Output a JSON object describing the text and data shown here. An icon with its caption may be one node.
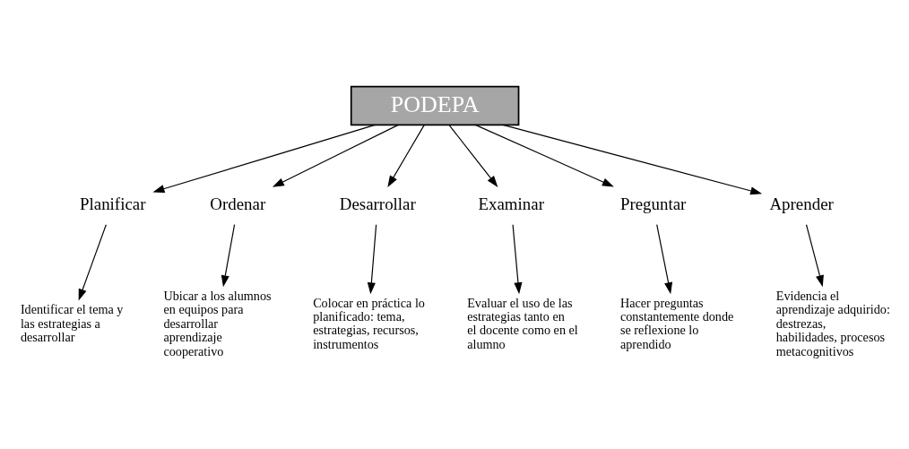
{
  "diagram": {
    "nodes": [
      {
        "text": [
          "PODEPA"
        ]
      },
      {
        "text": [
          "Planificar"
        ]
      },
      {
        "text": [
          "Ordenar"
        ]
      },
      {
        "text": [
          "Desarrollar"
        ]
      },
      {
        "text": [
          "Examinar"
        ]
      },
      {
        "text": [
          "Preguntar"
        ]
      },
      {
        "text": [
          "Aprender"
        ]
      },
      {
        "text": [
          "Identificar el tema y las estrategias a desarrollar"
        ]
      },
      {
        "text": [
          "Ubicar a los alumnos en equipos para desarrollar aprendizaje cooperativo"
        ]
      },
      {
        "text": [
          "Colocar en práctica lo planificado: tema, estrategias, recursos, instrumentos"
        ]
      },
      {
        "text": [
          "Evaluar el uso de las estrategias tanto en el docente como en el alumno"
        ]
      },
      {
        "text": [
          "Hacer preguntas constantemente donde se reflexione lo aprendido"
        ]
      },
      {
        "text": [
          "Evidencia el aprendizaje adquirido: destrezas, habilidades, procesos metacognitivos"
        ]
      }
    ],
    "edges": [
      {
        "from": 0,
        "to": 1,
        "arrow": "to"
      },
      {
        "from": 0,
        "to": 2,
        "arrow": "to"
      },
      {
        "from": 0,
        "to": 3,
        "arrow": "to"
      },
      {
        "from": 0,
        "to": 4,
        "arrow": "to"
      },
      {
        "from": 0,
        "to": 5,
        "arrow": "to"
      },
      {
        "from": 0,
        "to": 6,
        "arrow": "to"
      },
      {
        "from": 1,
        "to": 7,
        "arrow": "to"
      },
      {
        "from": 2,
        "to": 8,
        "arrow": "to"
      },
      {
        "from": 3,
        "to": 9,
        "arrow": "to"
      },
      {
        "from": 4,
        "to": 10,
        "arrow": "to"
      },
      {
        "from": 5,
        "to": 11,
        "arrow": "to"
      },
      {
        "from": 6,
        "to": 12,
        "arrow": "to"
      }
    ]
  }
}
